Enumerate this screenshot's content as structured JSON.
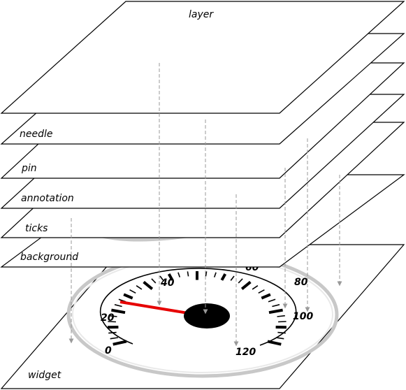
{
  "title": "layer",
  "layers": [
    {
      "id": "needle",
      "label": "needle"
    },
    {
      "id": "pin",
      "label": "pin"
    },
    {
      "id": "annotation",
      "label": "annotation"
    },
    {
      "id": "ticks",
      "label": "ticks"
    },
    {
      "id": "background",
      "label": "background"
    }
  ],
  "widget_label": "widget",
  "scale_labels": [
    "0",
    "20",
    "40",
    "60",
    "80",
    "100",
    "120"
  ],
  "colors": {
    "needle": "#e60000",
    "ring": "#c8c8c8",
    "guide": "#999999",
    "ink": "#000000"
  }
}
